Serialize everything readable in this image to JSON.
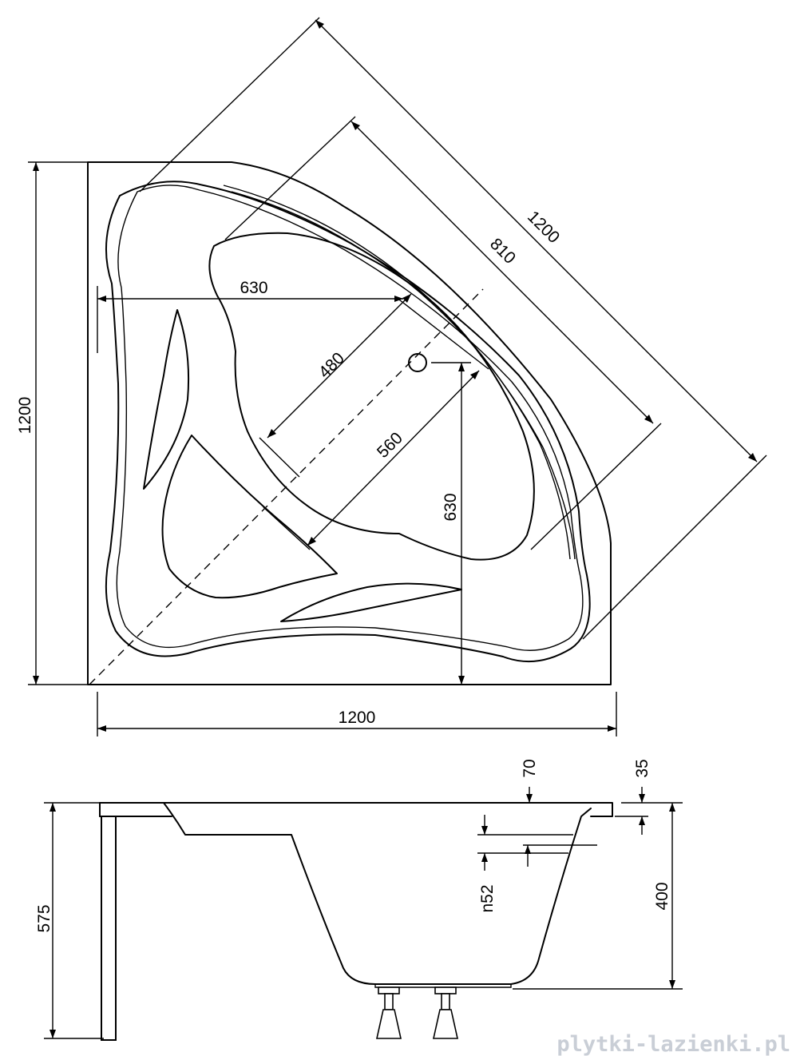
{
  "top_view": {
    "dim_width_bottom": "1200",
    "dim_height_left": "1200",
    "dim_diagonal_outer": "1200",
    "dim_diagonal_inner": "810",
    "dim_horizontal_630": "630",
    "dim_vertical_630": "630",
    "dim_480": "480",
    "dim_560": "560"
  },
  "side_view": {
    "dim_575": "575",
    "dim_400": "400",
    "dim_70": "70",
    "dim_35": "35",
    "dim_n52": "n52"
  },
  "watermark": "plytki-lazienki.pl"
}
